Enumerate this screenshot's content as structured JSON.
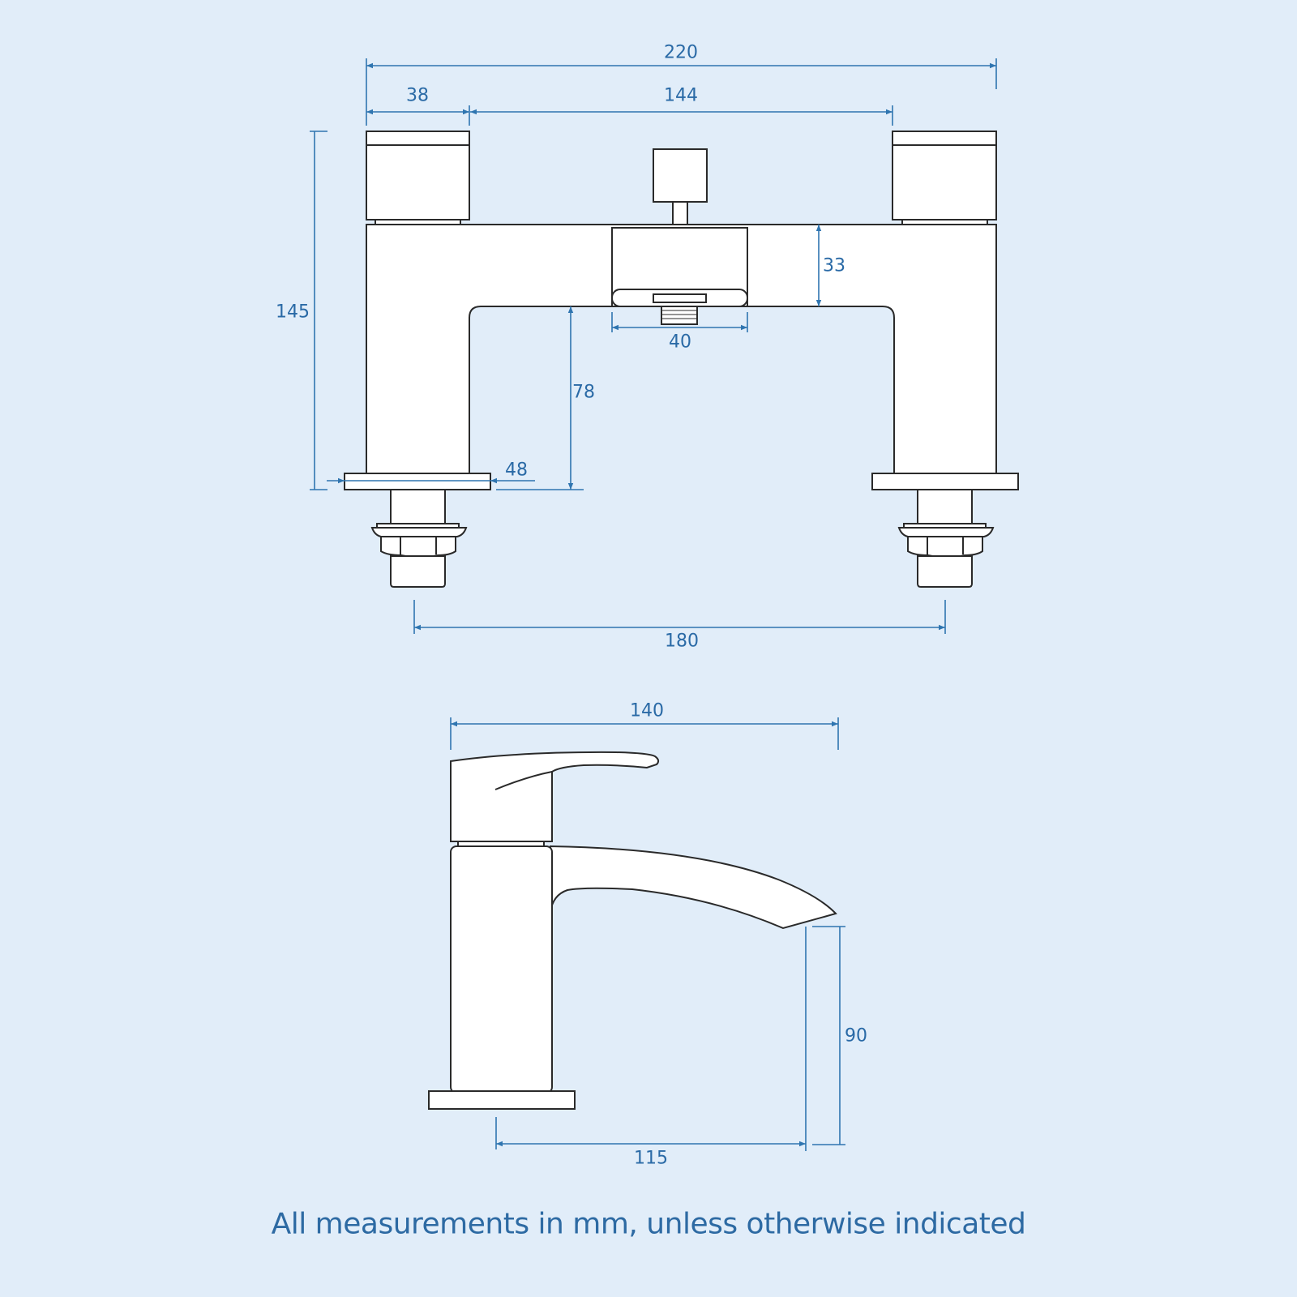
{
  "diagram": {
    "type": "technical-dimension-drawing",
    "subject": "bath shower mixer tap and basin mixer tap",
    "colors": {
      "background": "#e1edf9",
      "dimension": "#2f75b0",
      "outline": "#2a2a2a",
      "fill": "#ffffff"
    },
    "bath_mixer_front_view": {
      "dimensions": {
        "overall_width": "220",
        "handle_width": "38",
        "handle_spacing": "144",
        "overall_height": "145",
        "body_depth": "33",
        "diverter_width": "40",
        "spout_clearance": "78",
        "base_width": "48",
        "tail_centres": "180"
      }
    },
    "basin_mixer_side_view": {
      "dimensions": {
        "overall_projection": "140",
        "spout_height": "90",
        "spout_reach": "115"
      }
    }
  },
  "footer": {
    "note": "All measurements in mm, unless otherwise indicated"
  }
}
